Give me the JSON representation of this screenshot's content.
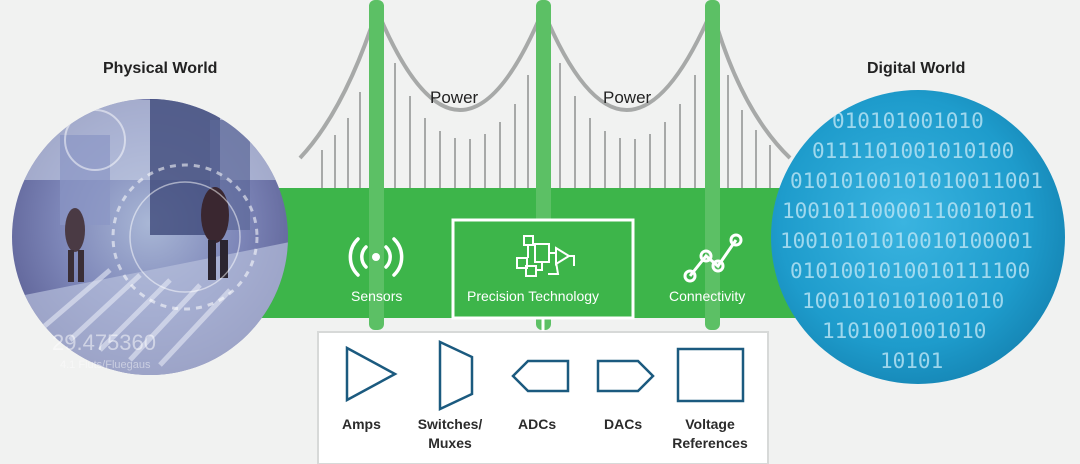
{
  "physical_world": {
    "title": "Physical World",
    "overlay_number": "29.475360",
    "overlay_sub": "4.1 Fluts/Fluegaus"
  },
  "digital_world": {
    "title": "Digital World",
    "binary_lines": [
      "010101001010",
      "0111101001010100",
      "01010100101010011001",
      "10010110000110010101",
      "10010101010010100001",
      "0101001010010111100",
      "1001010101001010",
      "1101001001010",
      "10101"
    ]
  },
  "power_labels": [
    "Power",
    "Power"
  ],
  "bridge_nodes": [
    {
      "label": "Sensors",
      "icon": "wireless-signal-icon"
    },
    {
      "label": "Precision Technology",
      "icon": "circuit-block-icon"
    },
    {
      "label": "Connectivity",
      "icon": "connected-nodes-icon"
    }
  ],
  "components": [
    {
      "label_lines": [
        "Amps"
      ],
      "icon": "triangle-amplifier-icon"
    },
    {
      "label_lines": [
        "Switches/",
        "Muxes"
      ],
      "icon": "trapezoid-mux-icon"
    },
    {
      "label_lines": [
        "ADCs"
      ],
      "icon": "adc-pentagon-icon"
    },
    {
      "label_lines": [
        "DACs"
      ],
      "icon": "dac-pentagon-icon"
    },
    {
      "label_lines": [
        "Voltage",
        "References"
      ],
      "icon": "rectangle-reference-icon"
    }
  ],
  "colors": {
    "bridge_green": "#3db54a",
    "tower_green": "#5cc065",
    "cable_gray": "#a7a9a8",
    "digital_blue": "#1d9ccc",
    "background": "#f1f2f1"
  }
}
